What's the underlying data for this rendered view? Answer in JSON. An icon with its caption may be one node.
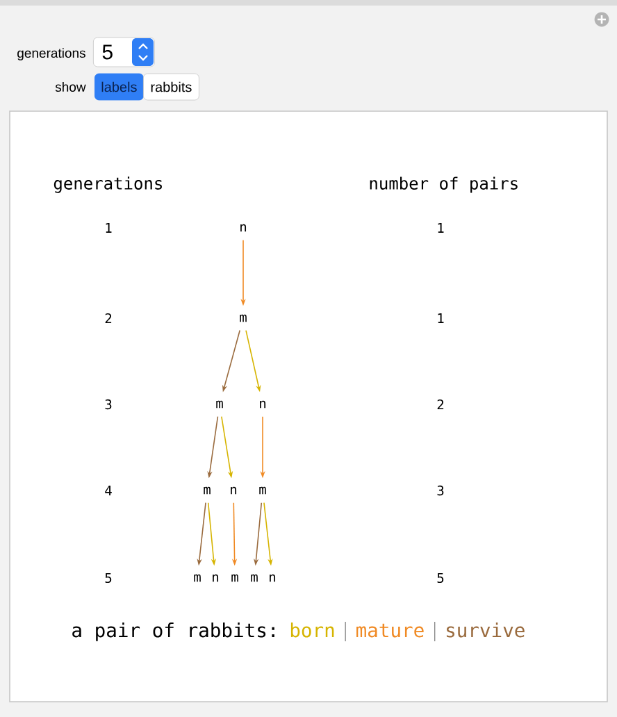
{
  "diagram": {
    "nodes": [
      {
        "text": [
          "5"
        ]
      },
      {
        "text": [
          "labels"
        ]
      },
      {
        "text": [
          "rabbits"
        ]
      },
      {
        "text": [
          "n"
        ]
      },
      {
        "text": [
          "m"
        ]
      },
      {
        "text": [
          "m"
        ]
      },
      {
        "text": [
          "n"
        ]
      },
      {
        "text": [
          "m"
        ]
      },
      {
        "text": [
          "n"
        ]
      },
      {
        "text": [
          "m"
        ]
      },
      {
        "text": [
          "m"
        ]
      },
      {
        "text": [
          "n"
        ]
      },
      {
        "text": [
          "m"
        ]
      },
      {
        "text": [
          "m"
        ]
      },
      {
        "text": [
          "n"
        ]
      }
    ],
    "edges": [
      {
        "from": 3,
        "to": 4,
        "arrow": "to",
        "color": "#f08a24"
      },
      {
        "from": 4,
        "to": 5,
        "arrow": "to",
        "color": "#9a6b3e"
      },
      {
        "from": 4,
        "to": 6,
        "arrow": "to",
        "color": "#d6b400"
      },
      {
        "from": 5,
        "to": 7,
        "arrow": "to",
        "color": "#9a6b3e"
      },
      {
        "from": 5,
        "to": 8,
        "arrow": "to",
        "color": "#d6b400"
      },
      {
        "from": 6,
        "to": 9,
        "arrow": "to",
        "color": "#f08a24"
      },
      {
        "from": 7,
        "to": 10,
        "arrow": "to",
        "color": "#9a6b3e"
      },
      {
        "from": 7,
        "to": 11,
        "arrow": "to",
        "color": "#d6b400"
      },
      {
        "from": 8,
        "to": 12,
        "arrow": "to",
        "color": "#f08a24"
      },
      {
        "from": 9,
        "to": 13,
        "arrow": "to",
        "color": "#9a6b3e"
      },
      {
        "from": 9,
        "to": 14,
        "arrow": "to",
        "color": "#d6b400"
      }
    ],
    "labels": [
      "generations",
      "show",
      "generations",
      "number of pairs",
      "1",
      "1",
      "2",
      "1",
      "3",
      "2",
      "4",
      "3",
      "5",
      "5",
      "a pair of rabbits:"
    ],
    "legend": [
      {
        "text": "born",
        "color": "#d6b400"
      },
      {
        "text": "mature",
        "color": "#f08a24"
      },
      {
        "text": "survive",
        "color": "#9a6b3e"
      }
    ]
  }
}
